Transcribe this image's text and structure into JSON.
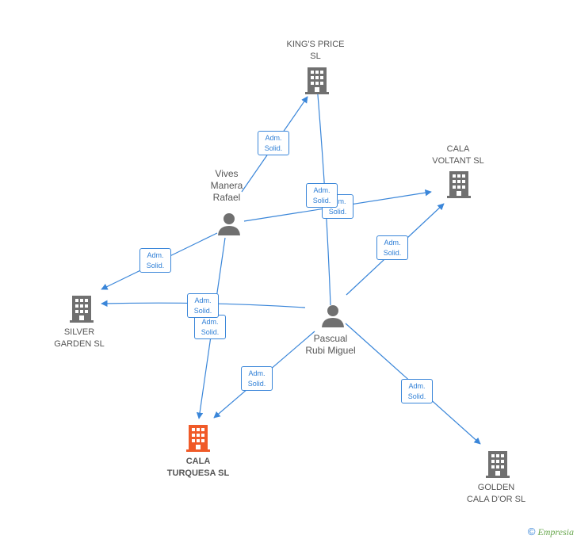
{
  "nodes": {
    "kings_price": {
      "line1": "KING'S PRICE",
      "line2": "SL"
    },
    "cala_voltant": {
      "line1": "CALA",
      "line2": "VOLTANT SL"
    },
    "silver_garden": {
      "line1": "SILVER",
      "line2": "GARDEN SL"
    },
    "cala_turquesa": {
      "line1": "CALA",
      "line2": "TURQUESA SL"
    },
    "golden_cala": {
      "line1": "GOLDEN",
      "line2": "CALA D'OR SL"
    },
    "vives": {
      "line1": "Vives",
      "line2": "Manera",
      "line3": "Rafael"
    },
    "pascual": {
      "line1": "Pascual",
      "line2": "Rubi Miguel"
    }
  },
  "role": {
    "line1": "Adm.",
    "line2": "Solid."
  },
  "colors": {
    "company": "#707070",
    "focus_company": "#f05a28",
    "person": "#707070",
    "edge": "#3a86d9"
  },
  "footer": {
    "symbol": "©",
    "brand": "Empresia"
  }
}
